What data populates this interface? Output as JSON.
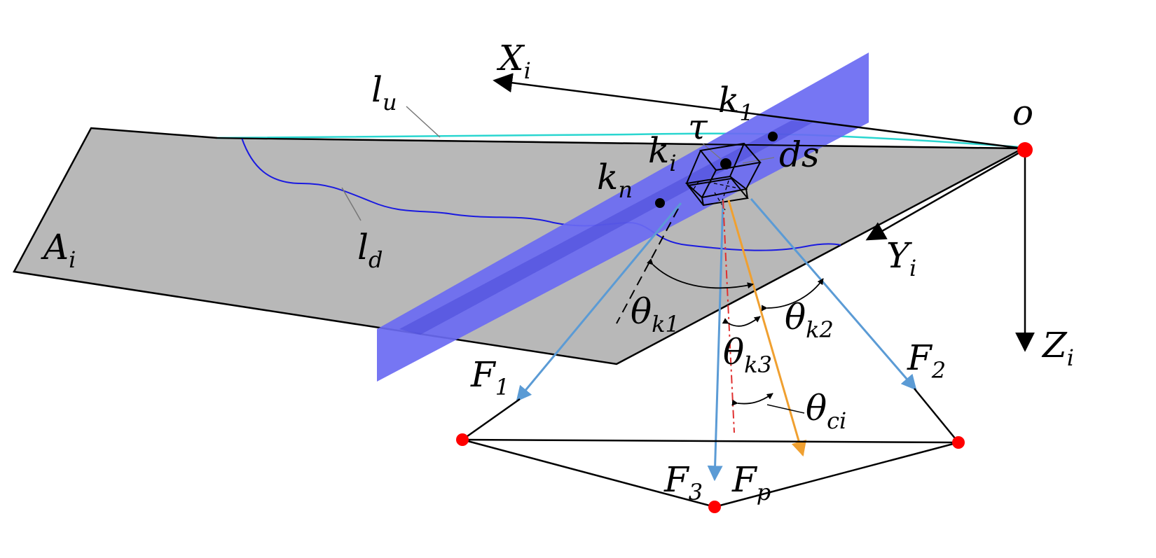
{
  "labels": {
    "Xi": {
      "main": "X",
      "sub": "i"
    },
    "Yi": {
      "main": "Y",
      "sub": "i"
    },
    "Zi": {
      "main": "Z",
      "sub": "i"
    },
    "o": {
      "main": "o"
    },
    "lu": {
      "main": "l",
      "sub": "u"
    },
    "ld": {
      "main": "l",
      "sub": "d"
    },
    "Ai": {
      "main": "A",
      "sub": "i"
    },
    "k1": {
      "main": "k",
      "sub": "1"
    },
    "ki": {
      "main": "k",
      "sub": "i"
    },
    "kn": {
      "main": "k",
      "sub": "n"
    },
    "tau": {
      "main": "τ"
    },
    "ds": {
      "main": "ds"
    },
    "theta_k1": {
      "main": "θ",
      "sub": "k1"
    },
    "theta_k2": {
      "main": "θ",
      "sub": "k2"
    },
    "theta_k3": {
      "main": "θ",
      "sub": "k3"
    },
    "theta_ci": {
      "main": "θ",
      "sub": "ci"
    },
    "F1": {
      "main": "F",
      "sub": "1"
    },
    "F2": {
      "main": "F",
      "sub": "2"
    },
    "F3": {
      "main": "F",
      "sub": "3"
    },
    "Fp": {
      "main": "F",
      "sub": "p"
    }
  },
  "colors": {
    "surface": "#b8b8b8",
    "plane": "#6a6af2",
    "upper_line": "#2ad6d0",
    "lower_line": "#1a1ae0",
    "force": "#5b9bd5",
    "resultant": "#f0a030",
    "normal": "#e03030",
    "node": "#ff0000"
  }
}
